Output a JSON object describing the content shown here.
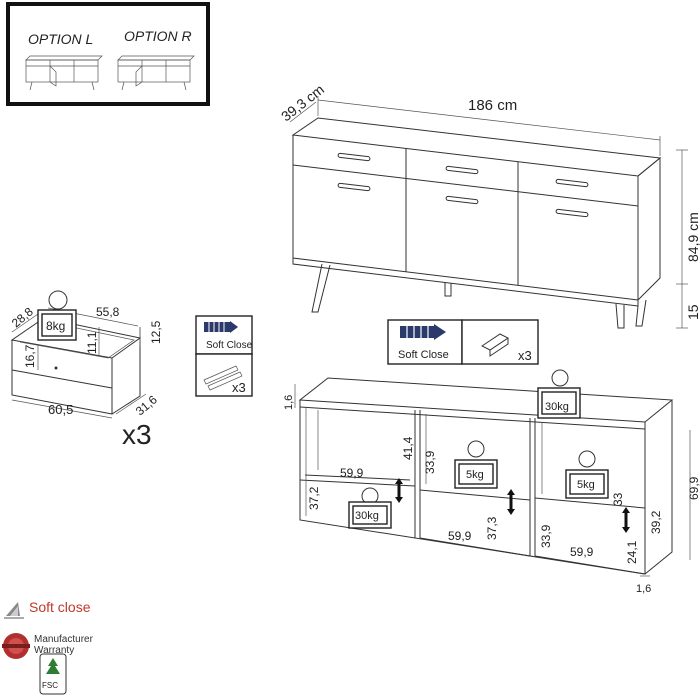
{
  "options": {
    "left": "OPTION L",
    "right": "OPTION R"
  },
  "sideboard": {
    "depth": "39,3 cm",
    "width": "186 cm",
    "height": "84,9 cm",
    "leg_height": "15"
  },
  "drawer": {
    "top_depth": "28,8",
    "top_width": "55,8",
    "right_height": "12,5",
    "inner_height": "11,1",
    "front_height": "16,7",
    "front_width": "60,5",
    "side_depth": "31,6",
    "load": "8kg",
    "count": "x3"
  },
  "soft_close_small": {
    "label": "Soft Close",
    "runner_count": "x3"
  },
  "soft_close_big": {
    "label": "Soft Close",
    "hinge_count": "x3"
  },
  "inner": {
    "top_thickness": "1,6",
    "bottom_thickness": "1,6",
    "total_height": "69,9",
    "top_load": "30kg",
    "mid_load": "5kg",
    "right_load": "5kg",
    "bottom_load": "30kg",
    "left_upper_h": "41,4",
    "left_upper_w": "59,9",
    "left_lower_h": "37,2",
    "mid_upper_h": "33,9",
    "mid_lower_w": "59,9",
    "mid_lower_h": "37,3",
    "right_upper_h": "33",
    "right_side_h": "39,2",
    "right_lower_w": "59,9",
    "right_lower_h": "24,1",
    "right_lower_left_h": "33,9"
  },
  "legend": {
    "soft_close": "Soft close",
    "warranty_line1": "Manufacturer",
    "warranty_line2": "Warranty",
    "fsc": "FSC"
  }
}
